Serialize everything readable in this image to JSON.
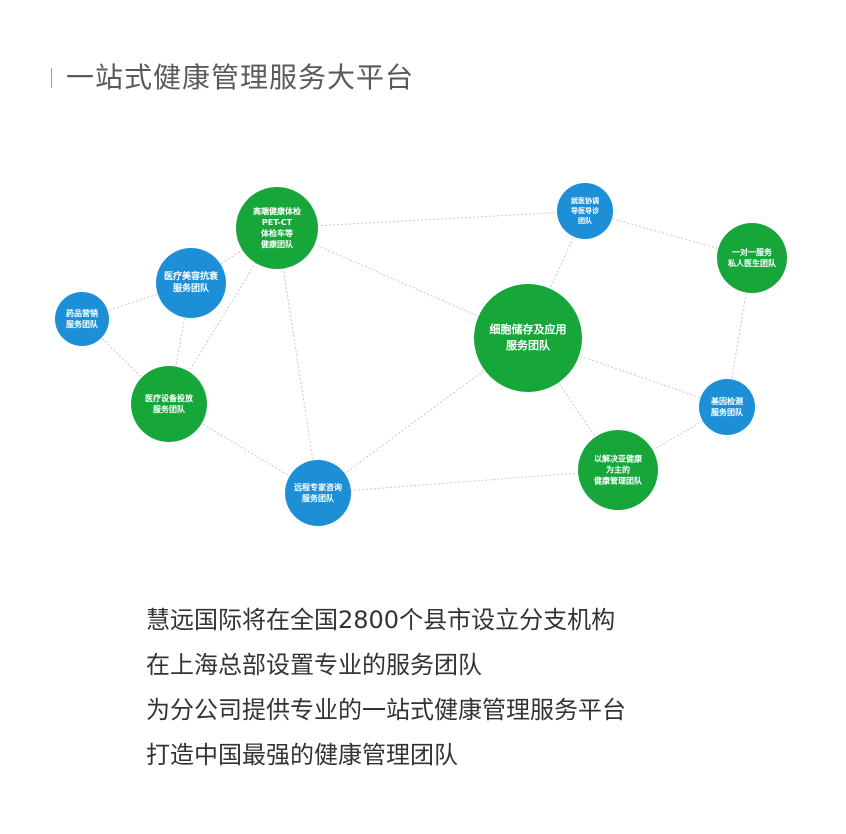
{
  "title": "一站式健康管理服务大平台",
  "colors": {
    "green": "#17a63a",
    "blue": "#1c8fd7",
    "line": "#c8c8c8"
  },
  "nodes": [
    {
      "id": "high-end-checkup",
      "lines": [
        "高端健康体检",
        "PET-CT",
        "体检车等",
        "健康团队"
      ],
      "color": "green"
    },
    {
      "id": "medical-beauty",
      "lines": [
        "医疗美容抗衰",
        "服务团队"
      ],
      "color": "blue"
    },
    {
      "id": "pharma-marketing",
      "lines": [
        "药品营销",
        "服务团队"
      ],
      "color": "blue"
    },
    {
      "id": "equipment-investment",
      "lines": [
        "医疗设备投放",
        "服务团队"
      ],
      "color": "green"
    },
    {
      "id": "remote-consult",
      "lines": [
        "远程专家咨询",
        "服务团队"
      ],
      "color": "blue"
    },
    {
      "id": "cell-storage",
      "lines": [
        "细胞储存及应用",
        "服务团队"
      ],
      "color": "green"
    },
    {
      "id": "medical-guide",
      "lines": [
        "就医协调",
        "导医导诊",
        "团队"
      ],
      "color": "blue"
    },
    {
      "id": "private-doctor",
      "lines": [
        "一对一服务",
        "私人医生团队"
      ],
      "color": "green"
    },
    {
      "id": "gene-test",
      "lines": [
        "基因检测",
        "服务团队"
      ],
      "color": "blue"
    },
    {
      "id": "sub-health",
      "lines": [
        "以解决亚健康",
        "为主的",
        "健康管理团队"
      ],
      "color": "green"
    }
  ],
  "summary": [
    "慧远国际将在全国2800个县市设立分支机构",
    "在上海总部设置专业的服务团队",
    "为分公司提供专业的一站式健康管理服务平台",
    "打造中国最强的健康管理团队"
  ]
}
